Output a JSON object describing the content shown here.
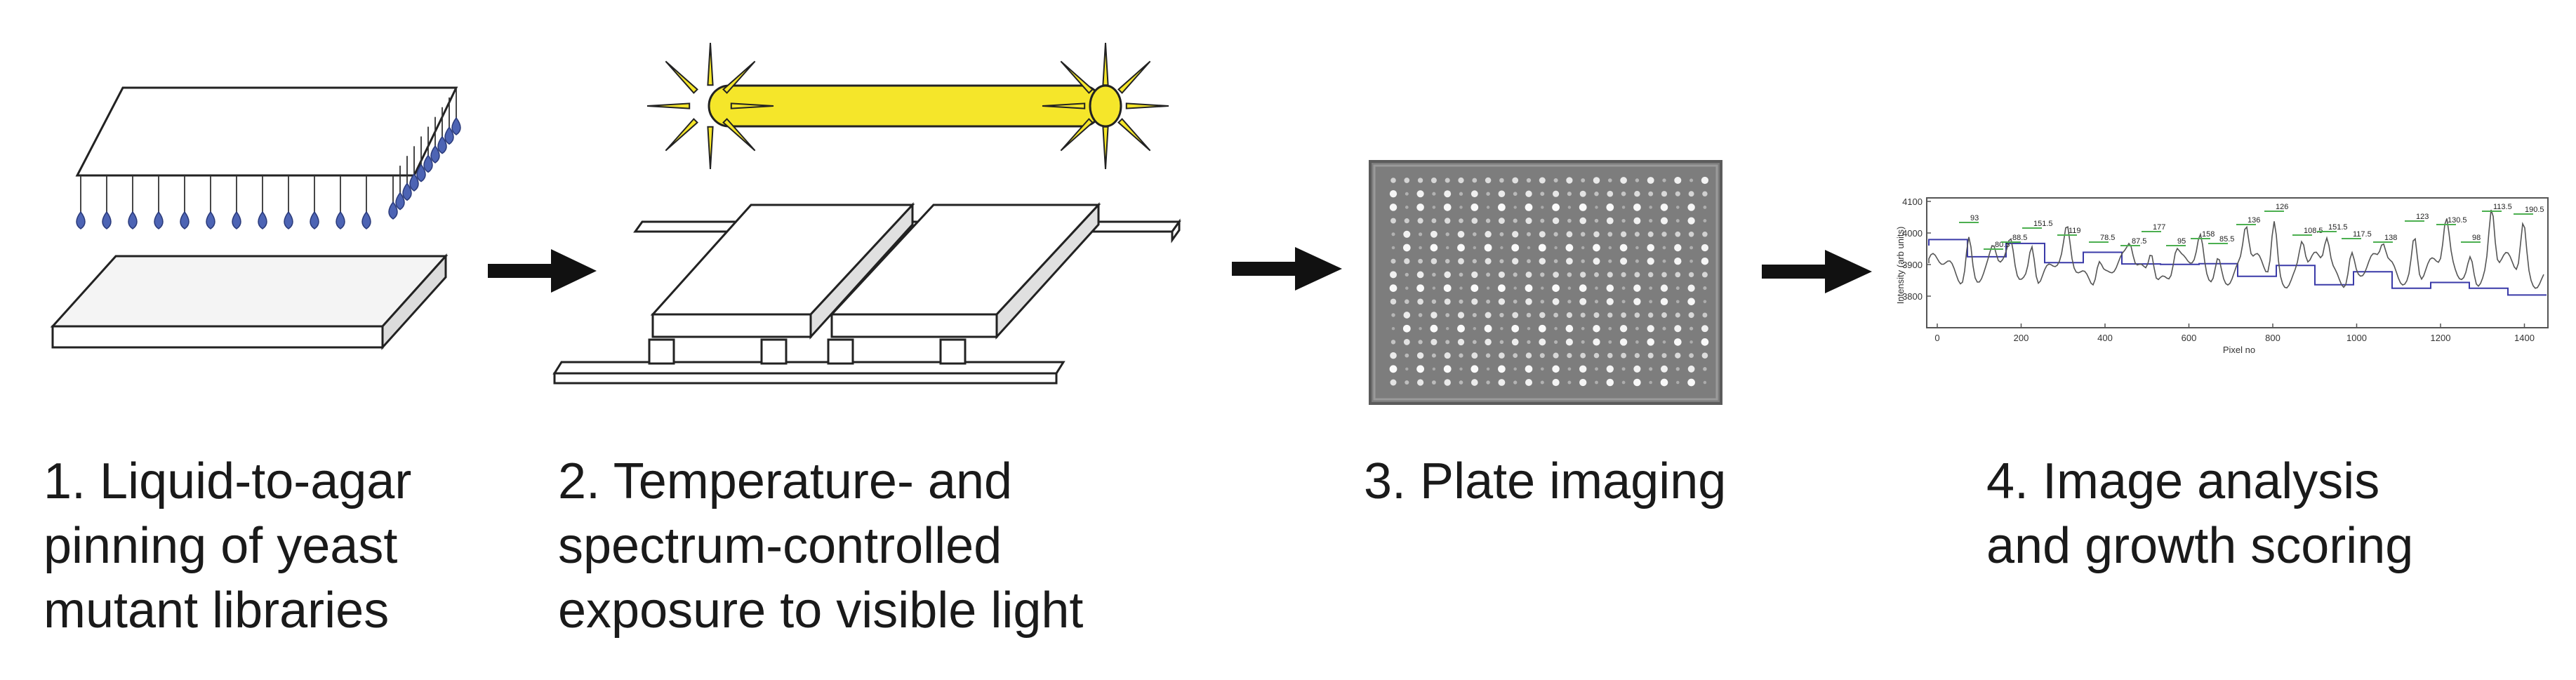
{
  "steps": [
    {
      "caption": "1. Liquid-to-agar\npinning of yeast\nmutant libraries"
    },
    {
      "caption": "2. Temperature- and\nspectrum-controlled\nexposure to visible light"
    },
    {
      "caption": "3. Plate imaging"
    },
    {
      "caption": "4. Image analysis\nand growth scoring"
    }
  ],
  "plot": {
    "ylabel": "Intensity (arb units)",
    "xlabel": "Pixel no",
    "yticks": [
      "4100",
      "4000",
      "3900",
      "3800"
    ],
    "xticks": [
      "0",
      "200",
      "400",
      "600",
      "800",
      "1000",
      "1200",
      "1400"
    ],
    "peak_labels": [
      "93",
      "80.5",
      "88.5",
      "151.5",
      "119",
      "78.5",
      "87.5",
      "177",
      "95",
      "158",
      "85.5",
      "136",
      "126",
      "108.5",
      "151.5",
      "117.5",
      "138",
      "123",
      "130.5",
      "98",
      "113.5",
      "190.5"
    ]
  },
  "colors": {
    "droplet": "#4d64b4",
    "light_bar": "#f5e62a",
    "arrow": "#111111",
    "plot_line": "#555555",
    "plot_peak_label": "#4caf50",
    "plot_baseline": "#3a3aa8"
  }
}
